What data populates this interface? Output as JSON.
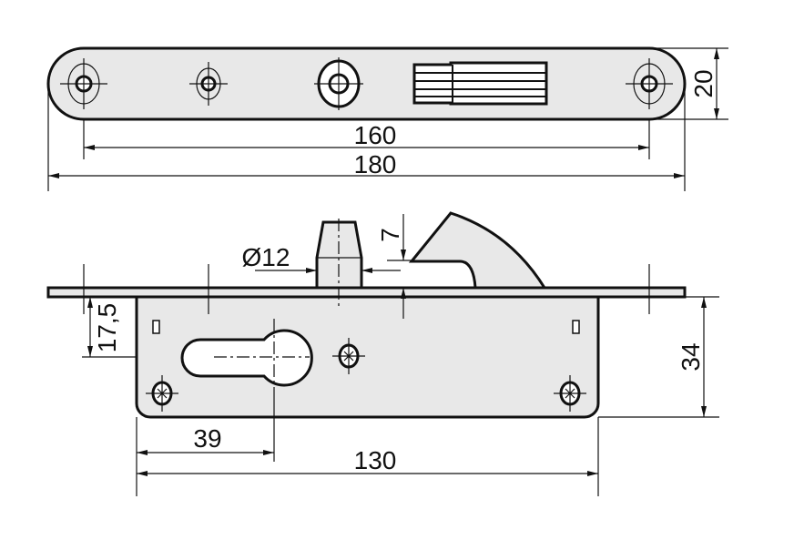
{
  "dimensions": {
    "top_hole_spacing": "160",
    "faceplate_length": "180",
    "faceplate_width": "20",
    "pin_diameter": "Ø12",
    "hook_offset": "7",
    "cylinder_center_height": "17,5",
    "body_height": "34",
    "backset": "39",
    "body_length": "130"
  },
  "colors": {
    "part_fill": "#e8e8e8",
    "line": "#111111"
  }
}
